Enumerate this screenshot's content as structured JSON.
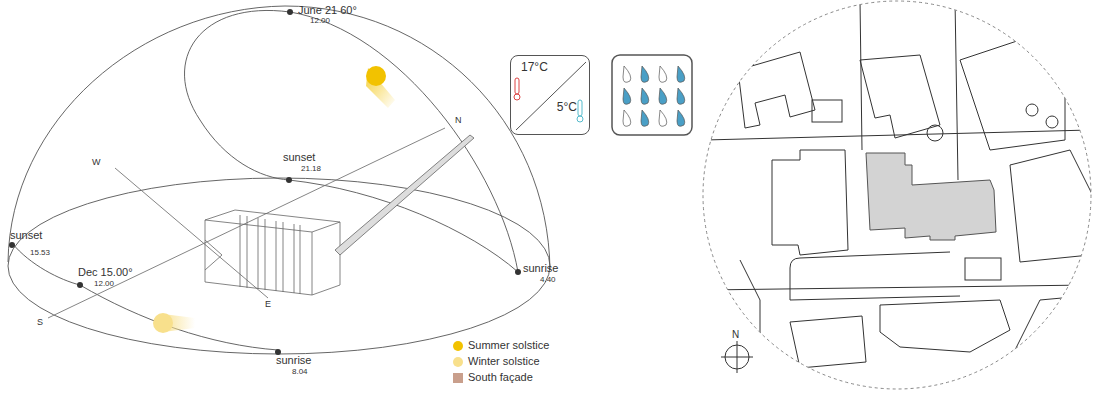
{
  "diagram": {
    "nodes": [
      {
        "text": [
          "17°C",
          "5°C"
        ]
      }
    ],
    "labels": [
      "June 21 60°",
      "12.00",
      "sunset",
      "21.18",
      "sunset",
      "15.53",
      "sunrise",
      "4.40",
      "Dec 15.00°",
      "12.00",
      "sunrise",
      "8.04",
      "W",
      "N",
      "S",
      "E",
      "N"
    ],
    "legend": [
      {
        "text": "Summer solstice",
        "color": "#f2c200"
      },
      {
        "text": "Winter solstice",
        "color": "#f8e08c"
      },
      {
        "text": "South façade",
        "color": "#c99f8c"
      }
    ]
  }
}
